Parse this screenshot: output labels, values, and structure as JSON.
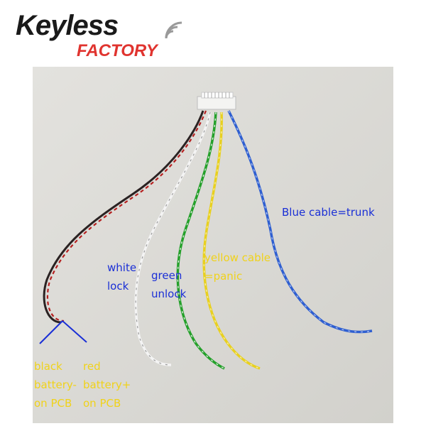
{
  "logo": {
    "line1": "Keyless",
    "line2": "FACTORY",
    "colors": {
      "line1": "#1a1a1a",
      "line2": "#e0342f"
    },
    "icon": "wireless-signal-icon"
  },
  "photo": {
    "icon": "wire-harness-connector",
    "wire_colors": {
      "black_red": "#3a2020",
      "red": "#b52020",
      "white": "#f2f2f2",
      "green": "#24a02a",
      "yellow": "#e8d020",
      "blue": "#2f5fd0"
    }
  },
  "labels": {
    "trunk": "Blue cable=trunk",
    "white_line1": "white",
    "white_line2": "lock",
    "green_line1": "green",
    "green_line2": "unlock",
    "yellow_line1": "yellow cable",
    "yellow_line2": "=panic",
    "black_line1": "black",
    "black_line2": "battery-",
    "black_line3": "on PCB",
    "red_line1": "red",
    "red_line2": "battery+",
    "red_line3": "on PCB"
  },
  "label_colors": {
    "blue": "#1a2fd6",
    "yellow": "#f0d21a"
  }
}
